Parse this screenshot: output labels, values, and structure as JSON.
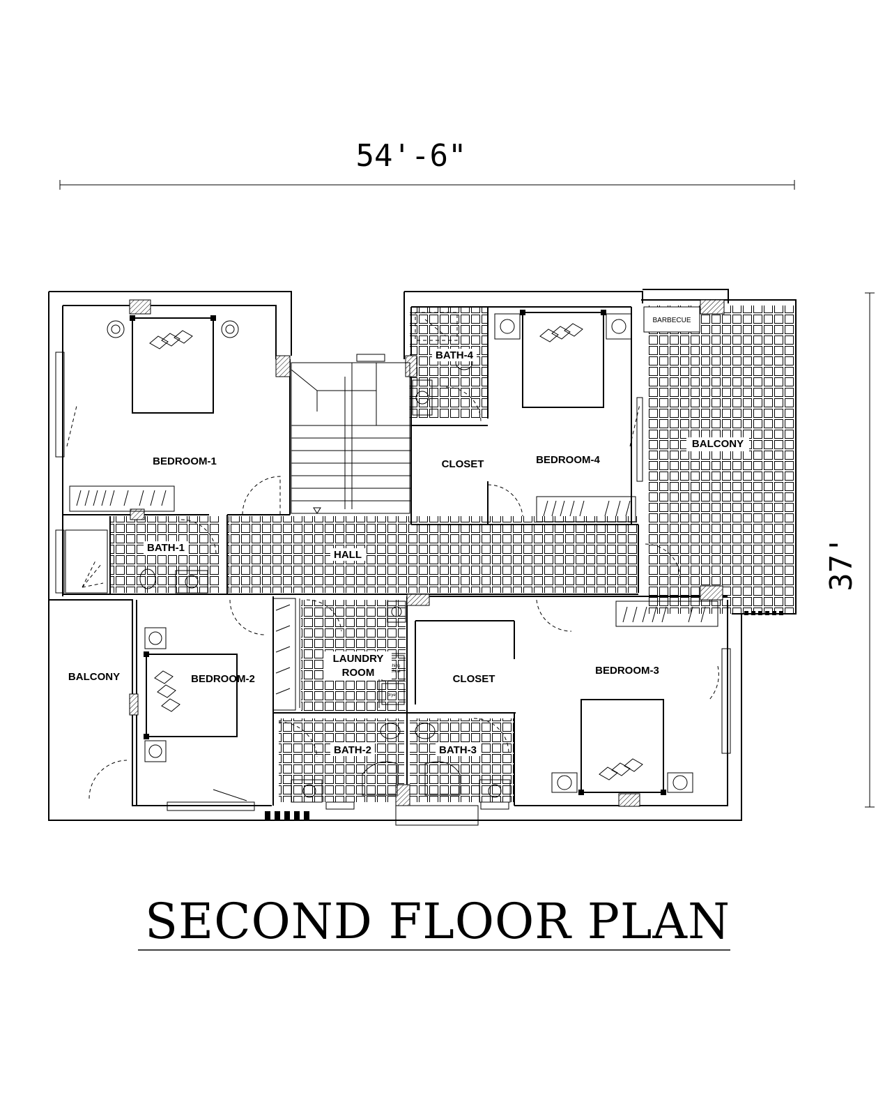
{
  "drawing": {
    "title": "SECOND FLOOR PLAN",
    "width_dimension": "54'-6\"",
    "depth_dimension": "37'"
  },
  "rooms": {
    "bedroom_1": "BEDROOM-1",
    "bedroom_2": "BEDROOM-2",
    "bedroom_3": "BEDROOM-3",
    "bedroom_4": "BEDROOM-4",
    "bath_1": "BATH-1",
    "bath_2": "BATH-2",
    "bath_3": "BATH-3",
    "bath_4": "BATH-4",
    "hall": "HALL",
    "laundry_line1": "LAUNDRY",
    "laundry_line2": "ROOM",
    "closet_1": "CLOSET",
    "closet_2": "CLOSET",
    "balcony_east": "BALCONY",
    "balcony_west": "BALCONY",
    "barbecue": "BARBECUE"
  }
}
